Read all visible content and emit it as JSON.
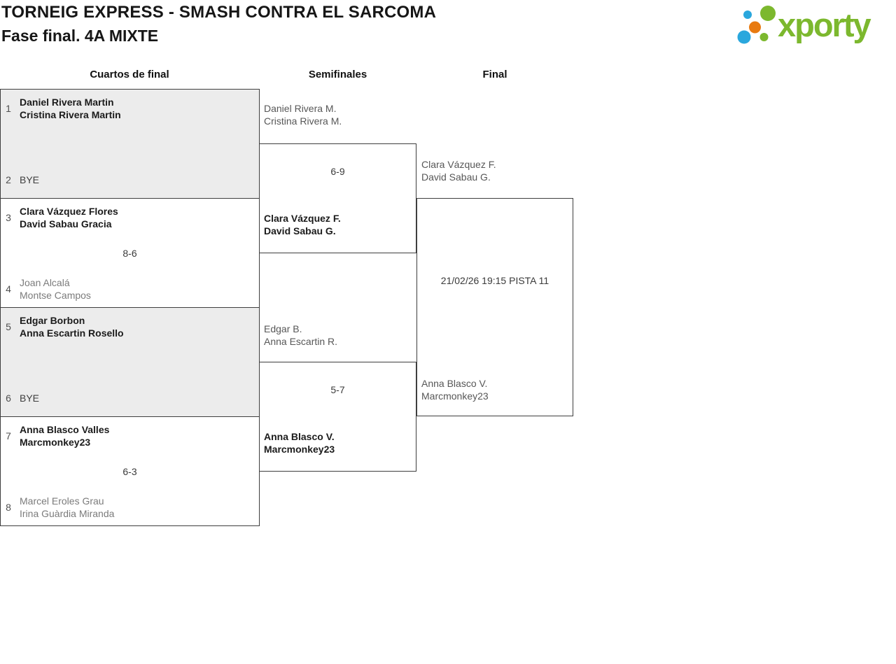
{
  "header": {
    "title": "TORNEIG EXPRESS - SMASH CONTRA EL SARCOMA",
    "subtitle": "Fase final. 4A MIXTE",
    "logo": {
      "brand": "xporty",
      "colors": {
        "green": "#7cb82e",
        "blue": "#2aa7dd",
        "orange": "#e87a10"
      }
    }
  },
  "rounds": [
    {
      "label": "Cuartos de final"
    },
    {
      "label": "Semifinales"
    },
    {
      "label": "Final"
    }
  ],
  "colors": {
    "box_grey": "#ececec",
    "border": "#3e3e3e",
    "winner_text": "#1b1b1b",
    "loser_text": "#7b7b7b",
    "label_text": "#575757"
  },
  "bracket": {
    "quarterfinals": [
      {
        "seed_top": "1",
        "top_line1": "Daniel Rivera Martin",
        "top_line2": "Cristina Rivera Martin",
        "seed_bottom": "2",
        "bottom_line1": "BYE",
        "score": ""
      },
      {
        "seed_top": "3",
        "top_line1": "Clara Vázquez Flores",
        "top_line2": "David Sabau Gracia",
        "seed_bottom": "4",
        "bottom_line1": "Joan Alcalá",
        "bottom_line2": "Montse Campos",
        "score": "8-6"
      },
      {
        "seed_top": "5",
        "top_line1": "Edgar Borbon",
        "top_line2": "Anna Escartin Rosello",
        "seed_bottom": "6",
        "bottom_line1": "BYE",
        "score": ""
      },
      {
        "seed_top": "7",
        "top_line1": "Anna Blasco Valles",
        "top_line2": "Marcmonkey23",
        "seed_bottom": "8",
        "bottom_line1": "Marcel Eroles Grau",
        "bottom_line2": "Irina Guàrdia Miranda",
        "score": "6-3"
      }
    ],
    "semifinals": [
      {
        "entrant_line1": "Daniel Rivera M.",
        "entrant_line2": "Cristina Rivera M.",
        "score": "6-9",
        "winner_line1": "Clara Vázquez F.",
        "winner_line2": "David Sabau G."
      },
      {
        "entrant_line1": "Edgar B.",
        "entrant_line2": "Anna Escartin R.",
        "score": "5-7",
        "winner_line1": "Anna Blasco V.",
        "winner_line2": "Marcmonkey23"
      }
    ],
    "final": {
      "team1_line1": "Clara Vázquez F.",
      "team1_line2": "David Sabau G.",
      "schedule": "21/02/26 19:15 PISTA 11",
      "team2_line1": "Anna Blasco V.",
      "team2_line2": "Marcmonkey23"
    }
  }
}
